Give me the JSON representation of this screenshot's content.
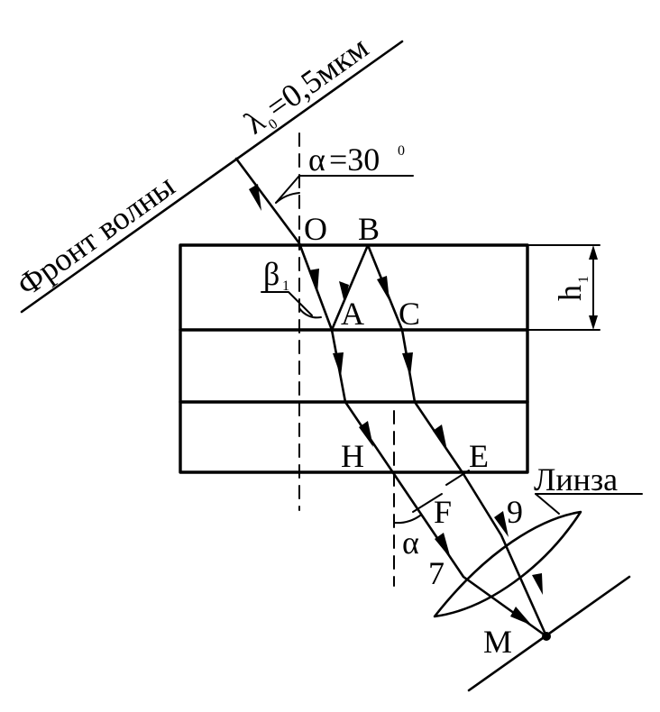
{
  "wavefront_label": "Фронт волны",
  "wavelength": {
    "symbol": "λ",
    "subscript": "0",
    "value": "=0,5мкм"
  },
  "incidence_angle": {
    "symbol": "α",
    "value": "=30",
    "degree": "0"
  },
  "refraction_angle": {
    "symbol": "β",
    "subscript": "1"
  },
  "layer_thickness": {
    "symbol": "h",
    "subscript": "1"
  },
  "points": {
    "O": "O",
    "B": "B",
    "A": "A",
    "C": "C",
    "H": "H",
    "E": "E",
    "F": "F",
    "M": "M"
  },
  "exit_angle_label": "α",
  "ray_numbers": {
    "ray_7": "7",
    "ray_9": "9"
  },
  "lens_label": "Линза"
}
